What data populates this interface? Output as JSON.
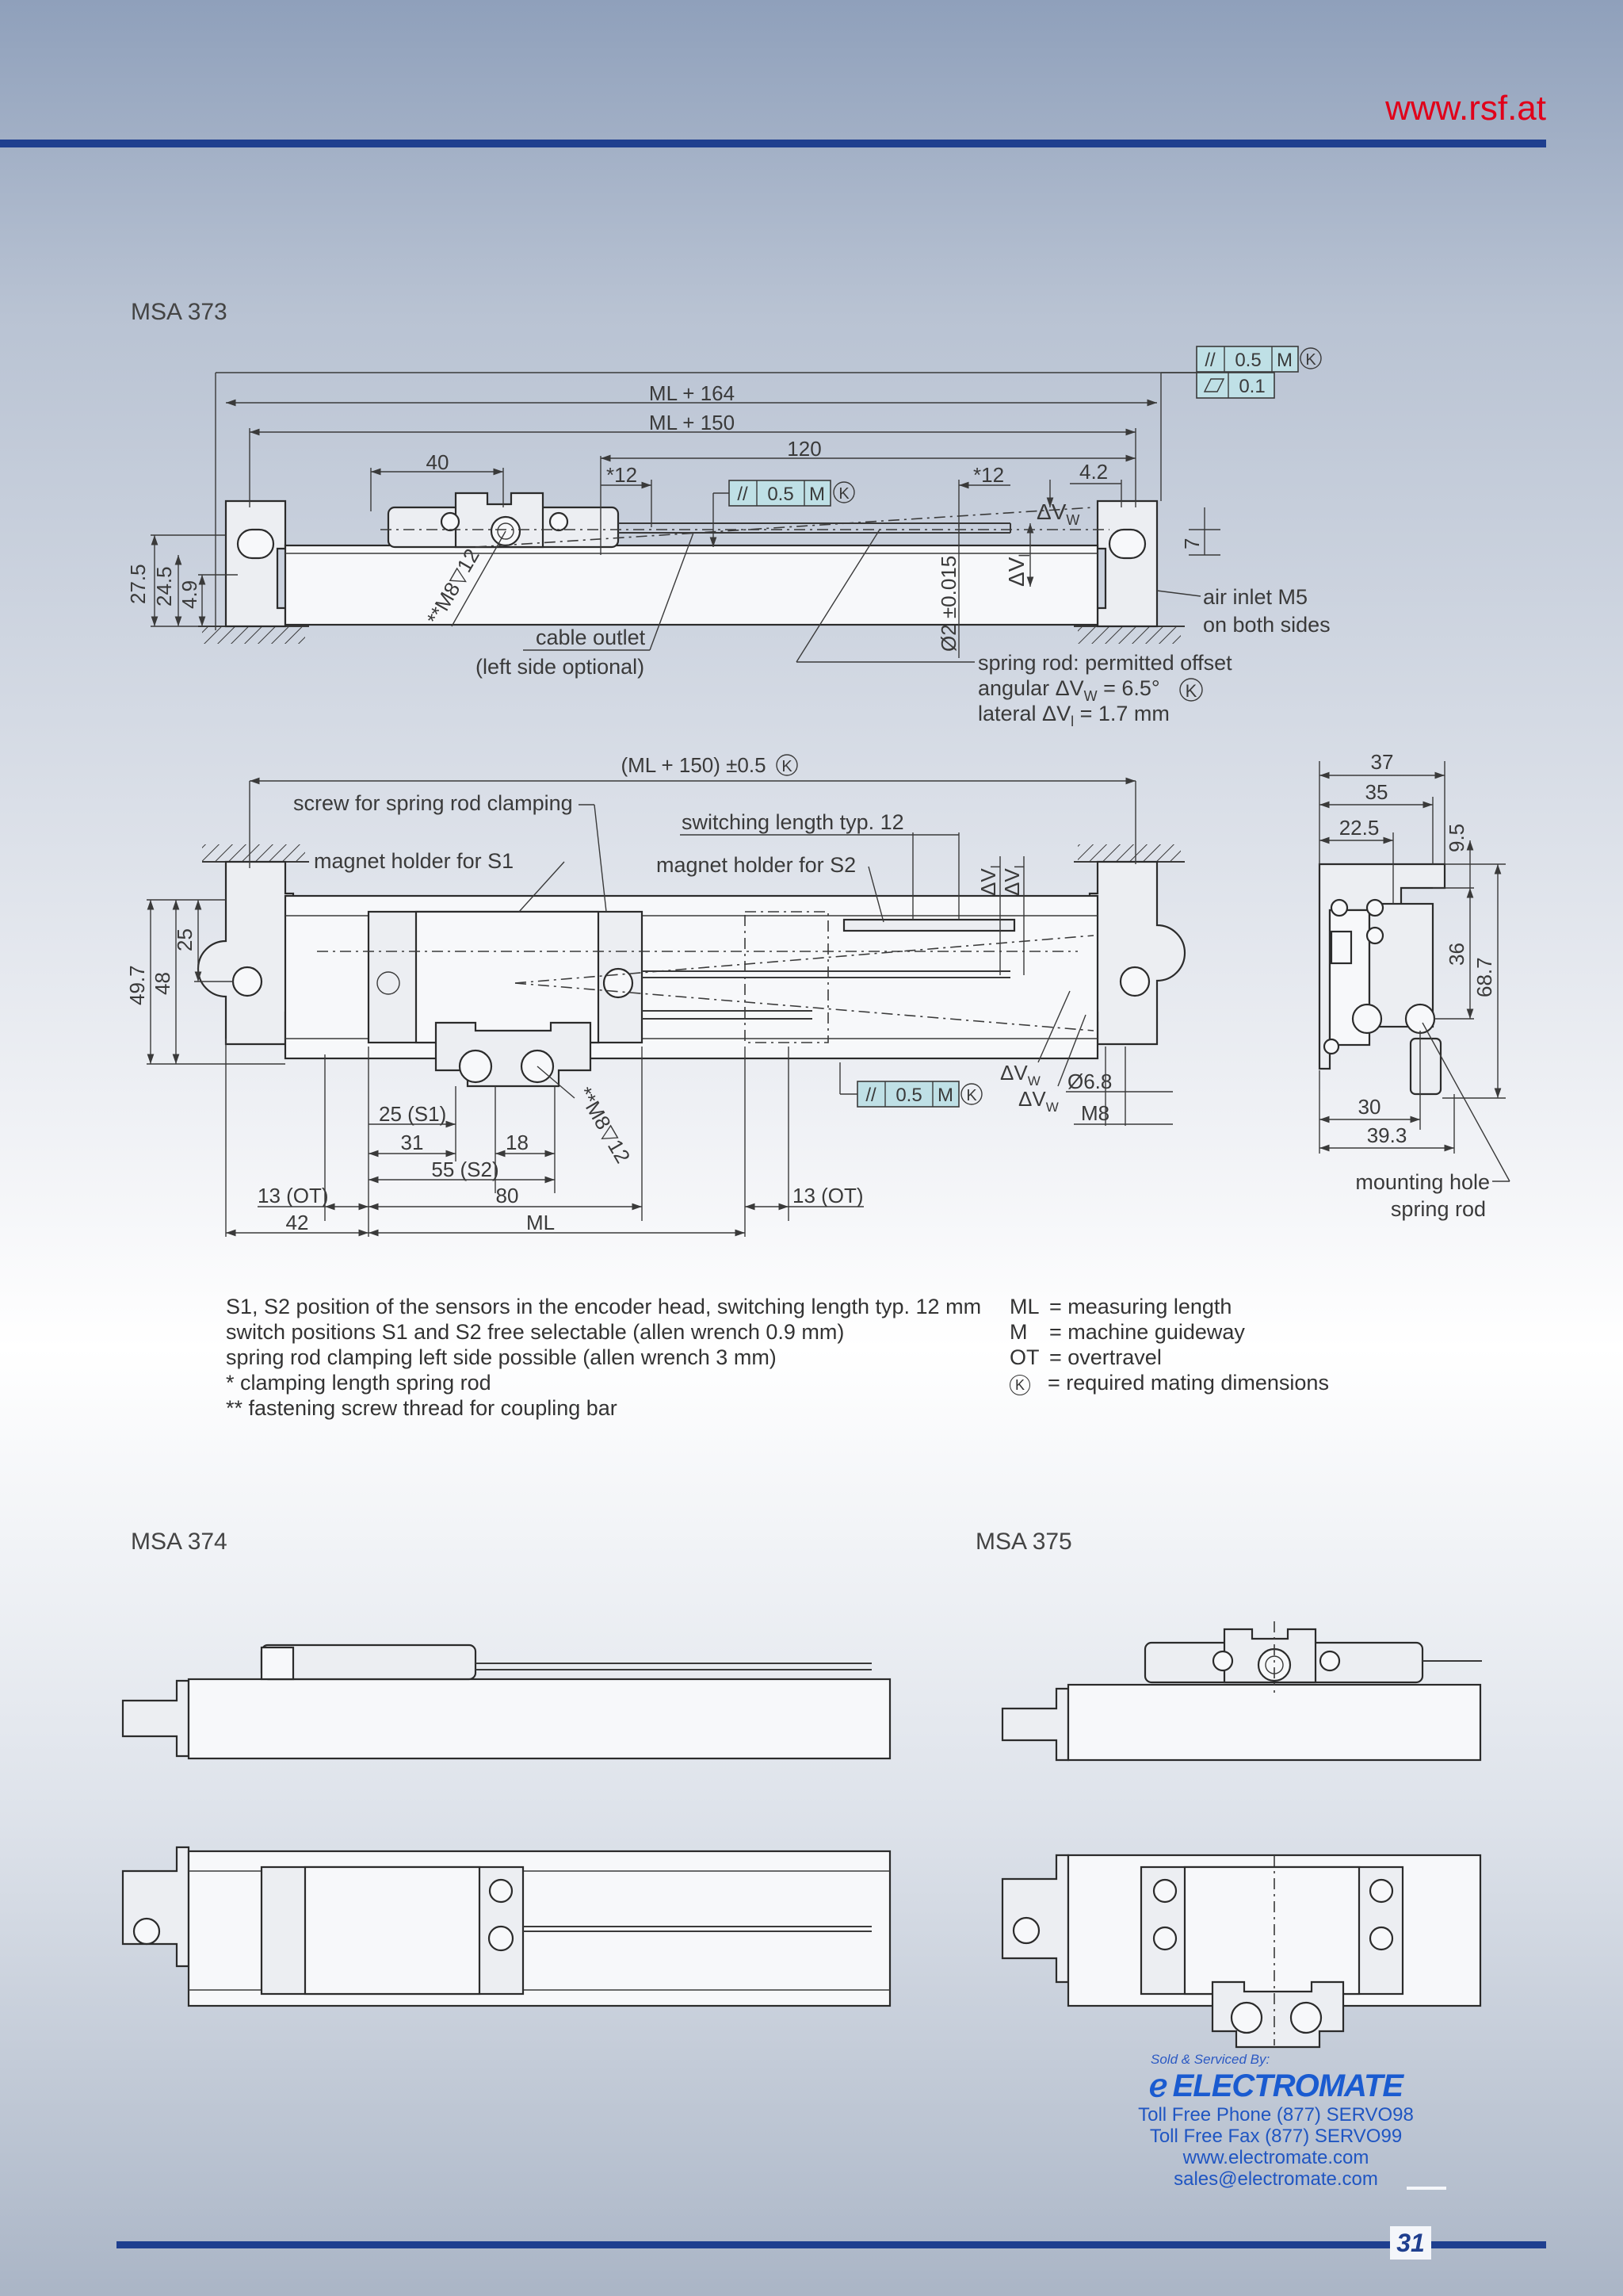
{
  "header": {
    "url": "www.rsf.at"
  },
  "sections": {
    "msa373": "MSA 373",
    "msa374": "MSA 374",
    "msa375": "MSA 375"
  },
  "top_view": {
    "ml164": "ML + 164",
    "ml150": "ML + 150",
    "d120": "120",
    "d40": "40",
    "d12a": "*12",
    "d12b": "*12",
    "d42": "4.2",
    "dvw": "ΔV",
    "dvw_sub": "W",
    "dvl": "ΔV",
    "dvl_sub": "l",
    "d7": "7",
    "d275": "27.5",
    "d245": "24.5",
    "d49": "4.9",
    "m8": "**M8",
    "m8_depth": "12",
    "dia2": "Ø2 ±0.015",
    "tol_par": "//",
    "tol_05": "0.5",
    "tol_m": "M",
    "tol_k": "K",
    "tol_flat": "0.1",
    "cable_outlet": "cable outlet",
    "cable_outlet2": "(left side optional)",
    "air_inlet": "air inlet M5",
    "air_inlet2": "on both sides",
    "spring1": "spring rod: permitted offset",
    "spring2_a": "angular  ΔV",
    "spring2_sub": "W",
    "spring2_b": " = 6.5°",
    "spring3_a": "lateral    ΔV",
    "spring3_sub": "l",
    "spring3_b": "  = 1.7 mm"
  },
  "front_view": {
    "ml150tol": "(ML + 150) ±0.5",
    "screw": "screw for spring rod clamping",
    "switching": "switching length typ. 12",
    "magnet_s1": "magnet holder for S1",
    "magnet_s2": "magnet holder for S2",
    "d497": "49.7",
    "d48": "48",
    "d25": "25",
    "d25s1": "25 (S1)",
    "d31": "31",
    "d18": "18",
    "d55s2": "55 (S2)",
    "d13ot_l": "13 (OT)",
    "d13ot_r": "13 (OT)",
    "d42": "42",
    "d80": "80",
    "dml": "ML",
    "dvw1": "ΔV",
    "dvw1_sub": "W",
    "dvw2": "ΔV",
    "dvw2_sub": "W",
    "dvl1": "ΔV",
    "dvl2": "ΔV",
    "dvl_sub": "l",
    "dia68": "Ø6.8",
    "m8": "M8",
    "m8b": "**M8",
    "m8b_depth": "12"
  },
  "side_view": {
    "d37": "37",
    "d35": "35",
    "d225": "22.5",
    "d95": "9.5",
    "d36": "36",
    "d687": "68.7",
    "d30": "30",
    "d393": "39.3",
    "mount1": "mounting hole",
    "mount2": "spring rod"
  },
  "notes_left": [
    "S1, S2 position of the sensors in the encoder head, switching length typ. 12 mm",
    "switch positions S1 and S2 free selectable (allen wrench 0.9 mm)",
    "spring rod clamping left side possible (allen wrench 3 mm)",
    "* clamping length spring rod",
    "** fastening screw thread for coupling bar"
  ],
  "legend": [
    {
      "key": "ML",
      "text": "= measuring length"
    },
    {
      "key": "M",
      "text": "= machine guideway"
    },
    {
      "key": "OT",
      "text": "= overtravel"
    },
    {
      "key": "K",
      "text": "= required mating dimensions"
    }
  ],
  "footer": {
    "sold_by": "Sold & Serviced By:",
    "brand": "ELECTROMATE",
    "phone": "Toll Free Phone  (877) SERVO98",
    "fax": "Toll Free Fax  (877) SERVO99",
    "web": "www.electromate.com",
    "email": "sales@electromate.com",
    "page": "31"
  },
  "colors": {
    "accent_red": "#e0001a",
    "rule_blue": "#1f3f8f",
    "brand_blue": "#1a5bd0",
    "tolerance_fill": "#bfe0e6"
  }
}
